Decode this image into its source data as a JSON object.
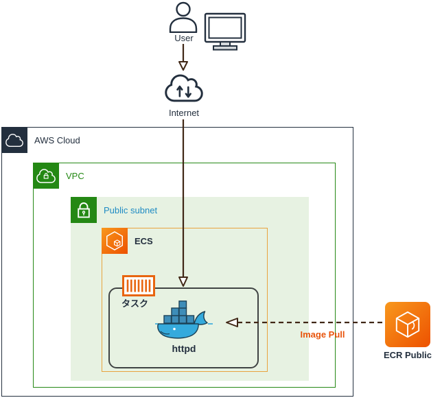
{
  "nodes": {
    "user": {
      "label": "User"
    },
    "internet": {
      "label": "Internet"
    },
    "aws_cloud": {
      "label": "AWS Cloud"
    },
    "vpc": {
      "label": "VPC"
    },
    "public_subnet": {
      "label": "Public subnet"
    },
    "ecs": {
      "label": "ECS"
    },
    "task": {
      "label": "タスク"
    },
    "container": {
      "label": "httpd"
    },
    "ecr_public": {
      "label": "ECR Public"
    }
  },
  "edges": {
    "user_to_internet": {
      "style": "solid",
      "direction": "down"
    },
    "internet_to_task": {
      "style": "solid",
      "direction": "down"
    },
    "ecr_to_container": {
      "style": "dashed",
      "direction": "left",
      "label": "Image Pull"
    }
  },
  "icons": {
    "person-icon": "outlined person bust",
    "monitor-icon": "desktop monitor with stand",
    "internet-cloud-icon": "cloud with up and down arrows",
    "aws-cloud-icon": "white cloud on dark square",
    "vpc-cloud-lock-icon": "white cloud with lock on green square",
    "public-subnet-lock-icon": "white padlock on green square",
    "ecs-service-icon": "white hexagon with cube on orange square",
    "task-definition-icon": "orange striped task card",
    "docker-whale-icon": "blue whale carrying containers",
    "ecr-public-icon": "white 3d cube on orange rounded square"
  },
  "colors": {
    "aws_dark": "#232F3E",
    "vpc_green": "#248814",
    "subnet_fill_green": "#E7F2E2",
    "subnet_label_blue": "#1E8BC3",
    "ecs_border_orange": "#E8A33D",
    "ecs_icon_gradient": [
      "#F8981D",
      "#ED5100"
    ],
    "task_icon_orange": "#E8650F",
    "task_box_gray": "#3F4343",
    "image_pull_orange": "#E8540C",
    "arrow_brown": "#402716",
    "docker_blue": "#35AADC",
    "docker_container_blue": "#3E8DB8"
  }
}
